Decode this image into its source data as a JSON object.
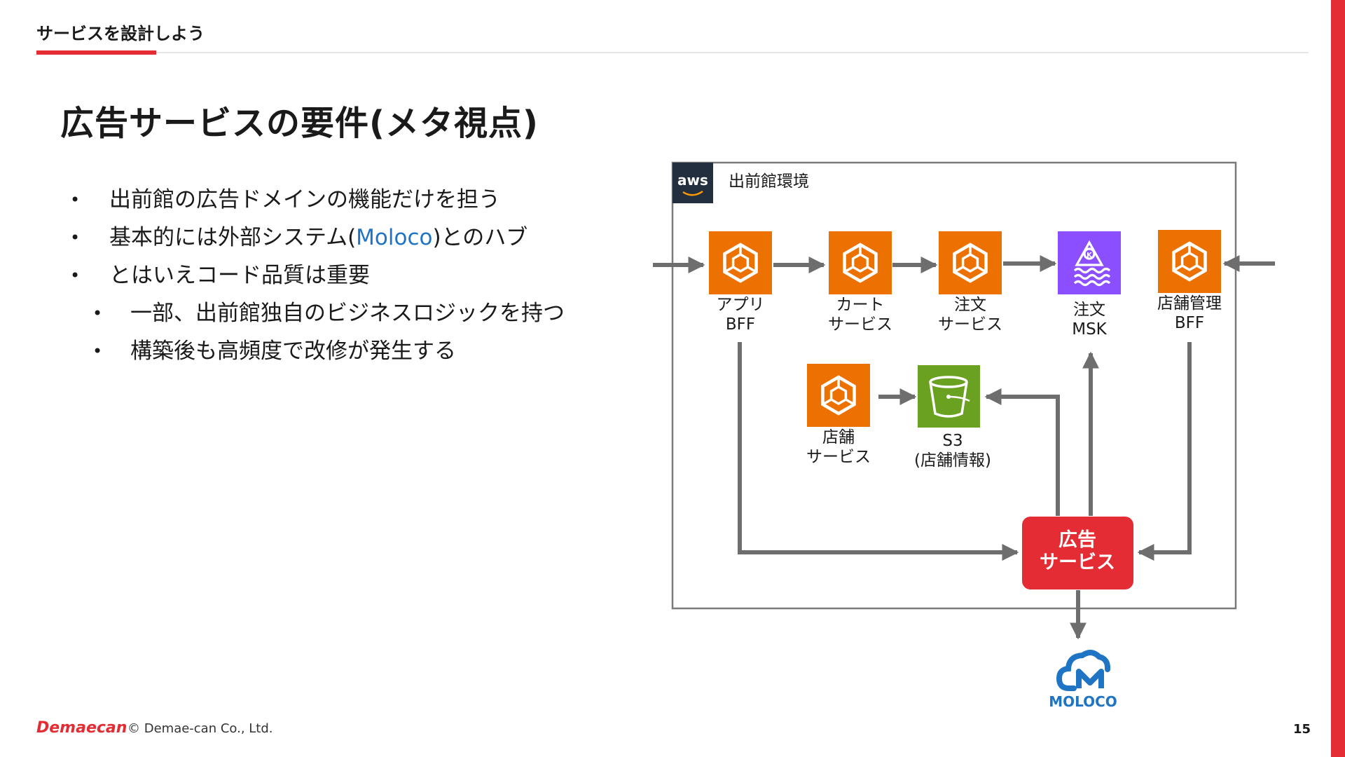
{
  "header": {
    "section_label": "サービスを設計しよう",
    "page_title": "広告サービスの要件(メタ視点)"
  },
  "bullets": [
    {
      "level": 1,
      "text": "出前館の広告ドメインの機能だけを担う"
    },
    {
      "level": 1,
      "text_before": "基本的には外部システム(",
      "link": "Moloco",
      "text_after": ")とのハブ"
    },
    {
      "level": 1,
      "text": "とはいえコード品質は重要"
    },
    {
      "level": 2,
      "text": "一部、出前館独自のビジネスロジックを持つ"
    },
    {
      "level": 2,
      "text": "構築後も高頻度で改修が発生する"
    }
  ],
  "bullet_symbol": "•",
  "diagram": {
    "aws_badge": "aws",
    "environment_label": "出前館環境",
    "nodes": {
      "app_bff": {
        "line1": "アプリ",
        "line2": "BFF",
        "icon": "ecs-container-icon"
      },
      "cart_service": {
        "line1": "カート",
        "line2": "サービス",
        "icon": "ecs-container-icon"
      },
      "order_service": {
        "line1": "注文",
        "line2": "サービス",
        "icon": "ecs-container-icon"
      },
      "order_msk": {
        "line1": "注文",
        "line2": "MSK",
        "icon": "kafka-msk-icon"
      },
      "store_bff": {
        "line1": "店舗管理",
        "line2": "BFF",
        "icon": "ecs-container-icon"
      },
      "store_service": {
        "line1": "店舗",
        "line2": "サービス",
        "icon": "ecs-container-icon"
      },
      "s3": {
        "line1": "S3",
        "line2": "(店舗情報)",
        "icon": "s3-bucket-icon"
      },
      "ad_service": {
        "line1": "広告",
        "line2": "サービス"
      },
      "moloco": {
        "label": "MOLOCO",
        "icon": "moloco-cloud-icon"
      }
    },
    "colors": {
      "compute": "#ed7100",
      "msk": "#8c4fff",
      "s3": "#6aa121",
      "ad_service": "#e32c33",
      "moloco": "#1f74c4",
      "arrow": "#6e6e6e",
      "aws_badge_bg": "#232f3e"
    }
  },
  "footer": {
    "logo": "Demaecan",
    "copyright": "© Demae-can Co., Ltd.",
    "page_number": "15"
  }
}
